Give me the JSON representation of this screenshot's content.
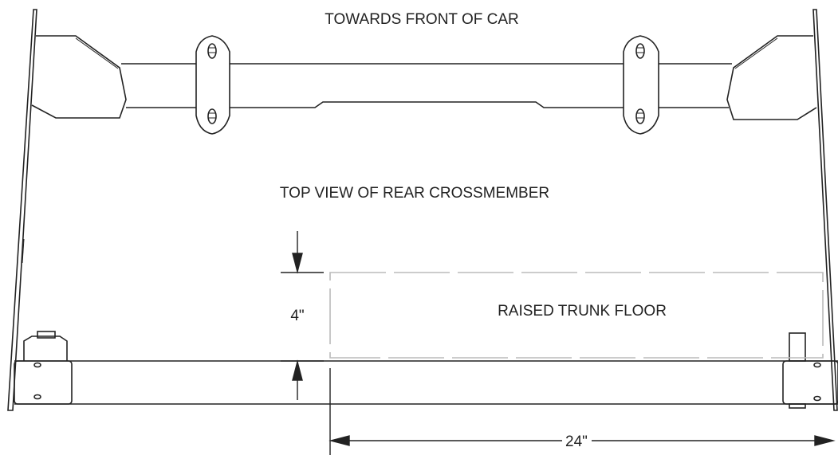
{
  "labels": {
    "front": "TOWARDS FRONT OF CAR",
    "view": "TOP VIEW OF REAR CROSSMEMBER",
    "floor": "RAISED TRUNK FLOOR"
  },
  "dimensions": {
    "height": "4\"",
    "width": "24\""
  },
  "colors": {
    "line": "#222222",
    "dashed_outline": "#bbbbbb"
  }
}
